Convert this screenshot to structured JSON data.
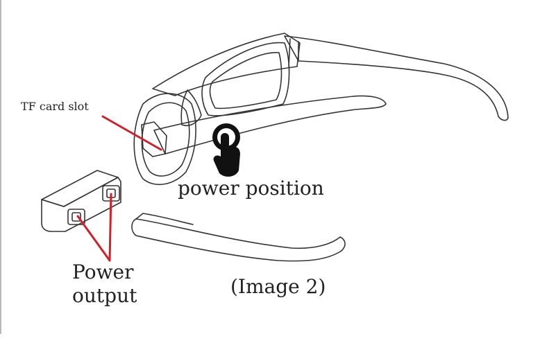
{
  "labels": {
    "tf_card_slot": "TF card slot",
    "power_position": "power position",
    "power_output_line1": "Power",
    "power_output_line2": "output",
    "image_caption": "(Image 2)"
  },
  "colors": {
    "callout_line": "#d0202a",
    "outline": "#333333",
    "text": "#222222",
    "border": "#b9b9b9"
  },
  "icons": {
    "touch": "tap-hand-icon"
  }
}
